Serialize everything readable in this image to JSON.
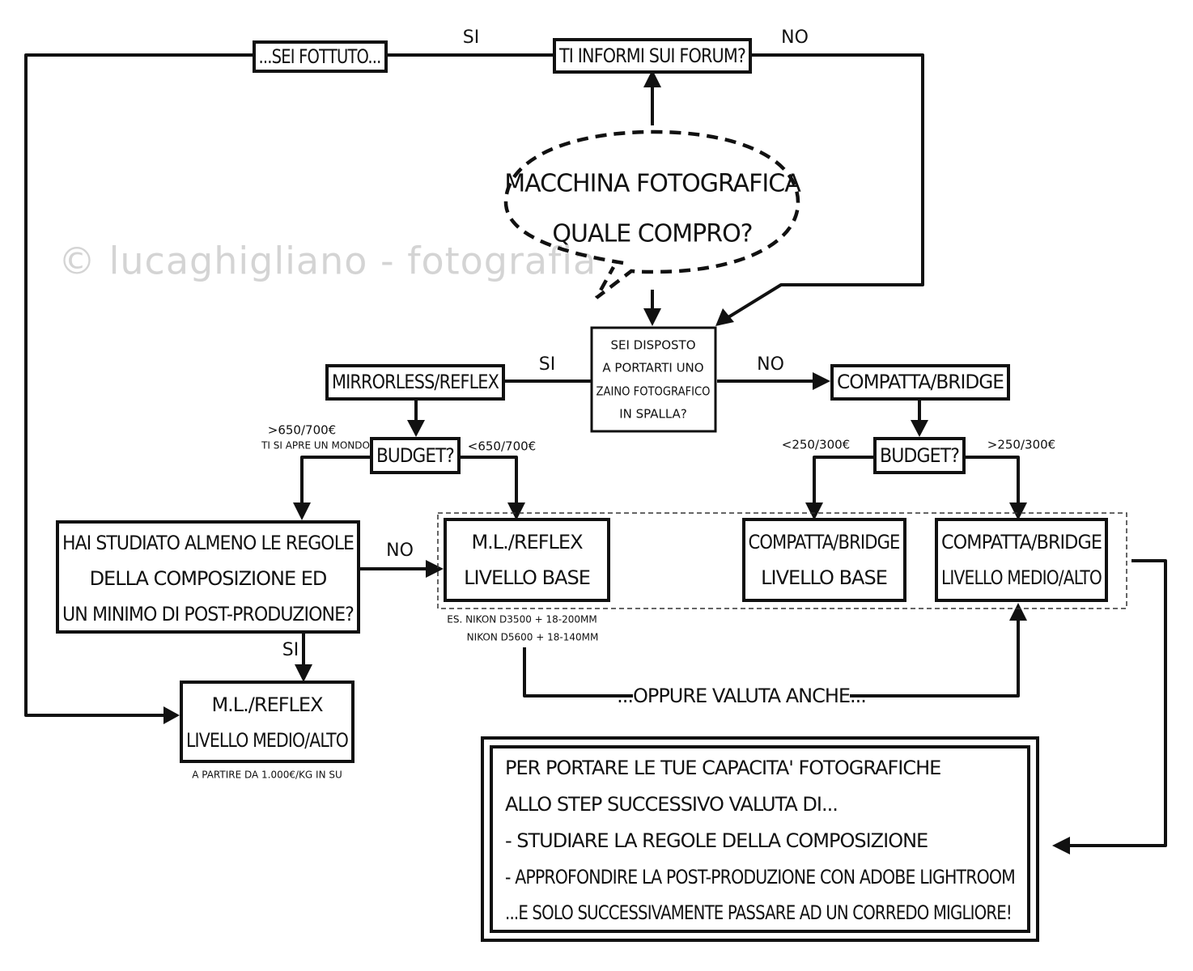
{
  "watermark": "© lucaghigliano - fotografia",
  "bubble": {
    "line1": "MACCHINA FOTOGRAFICA",
    "line2": "QUALE COMPRO?"
  },
  "nodes": {
    "forum_question": "TI INFORMI SUI FORUM?",
    "sei_fottuto": "...SEI FOTTUTO...",
    "backpack_question": [
      "SEI DISPOSTO",
      "A PORTARTI UNO",
      "ZAINO FOTOGRAFICO",
      "IN SPALLA?"
    ],
    "mirrorless_reflex": "MIRRORLESS/REFLEX",
    "compatta_bridge": "COMPATTA/BRIDGE",
    "budget_left": "BUDGET?",
    "budget_right": "BUDGET?",
    "composition_question": [
      "HAI STUDIATO ALMENO LE REGOLE",
      "DELLA COMPOSIZIONE ED",
      "UN MINIMO DI POST-PRODUZIONE?"
    ],
    "ml_base": [
      "M.L./REFLEX",
      "LIVELLO BASE"
    ],
    "ml_medio": [
      "M.L./REFLEX",
      "LIVELLO MEDIO/ALTO"
    ],
    "cb_base": [
      "COMPATTA/BRIDGE",
      "LIVELLO BASE"
    ],
    "cb_medio": [
      "COMPATTA/BRIDGE",
      "LIVELLO MEDIO/ALTO"
    ]
  },
  "labels": {
    "si_forum": "SI",
    "no_forum": "NO",
    "si_backpack": "SI",
    "no_backpack": "NO",
    "no_composition": "NO",
    "si_composition": "SI",
    "budget_left_high": ">650/700€",
    "budget_left_high_note": "TI SI APRE UN MONDO",
    "budget_left_low": "<650/700€",
    "budget_right_low": "<250/300€",
    "budget_right_high": ">250/300€",
    "examples_line1": "ES. NIKON D3500 + 18-200MM",
    "examples_line2": "NIKON D5600 + 18-140MM",
    "oppure": "...OPPURE VALUTA ANCHE...",
    "ml_medio_note": "A PARTIRE DA 1.000€/KG IN SU"
  },
  "advice": {
    "lines": [
      "PER PORTARE LE TUE CAPACITA' FOTOGRAFICHE",
      "ALLO STEP SUCCESSIVO VALUTA DI...",
      "- STUDIARE LA REGOLE DELLA COMPOSIZIONE",
      "- APPROFONDIRE LA POST-PRODUZIONE CON ADOBE LIGHTROOM",
      "...E SOLO SUCCESSIVAMENTE PASSARE AD UN CORREDO MIGLIORE!"
    ]
  }
}
